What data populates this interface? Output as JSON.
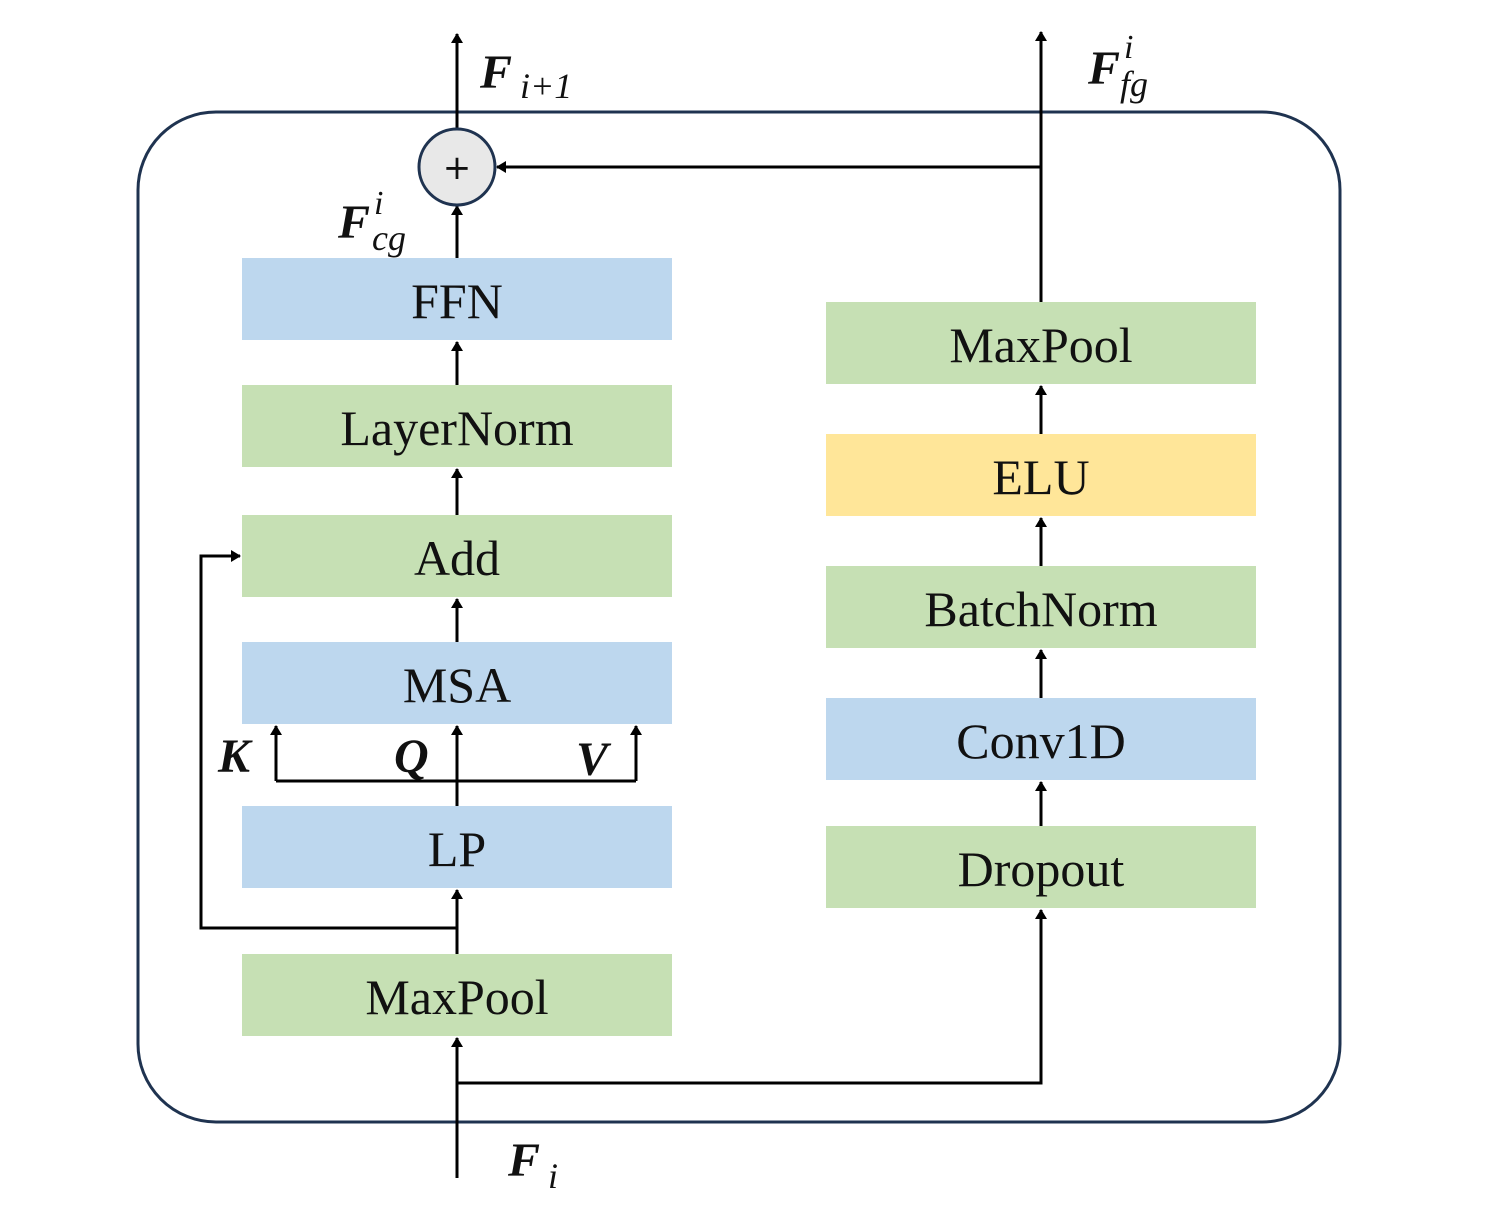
{
  "colors": {
    "green": "#c6e0b4",
    "blue": "#bdd7ee",
    "yellow": "#ffe699",
    "frame": "#1f3350",
    "line": "#000000",
    "plus_fill": "#e8e8e8"
  },
  "left_branch": {
    "maxpool": "MaxPool",
    "lp": "LP",
    "msa": "MSA",
    "add": "Add",
    "layernorm": "LayerNorm",
    "ffn": "FFN",
    "k_label": "K",
    "q_label": "Q",
    "v_label": "V"
  },
  "right_branch": {
    "dropout": "Dropout",
    "conv1d": "Conv1D",
    "batchnorm": "BatchNorm",
    "elu": "ELU",
    "maxpool": "MaxPool"
  },
  "symbols": {
    "plus": "+",
    "input": {
      "base": "F",
      "sub": "i"
    },
    "output": {
      "base": "F",
      "sub": "i+1"
    },
    "coarse": {
      "base": "F",
      "sup": "i",
      "sub": "cg"
    },
    "fine": {
      "base": "F",
      "sup": "i",
      "sub": "fg"
    }
  }
}
